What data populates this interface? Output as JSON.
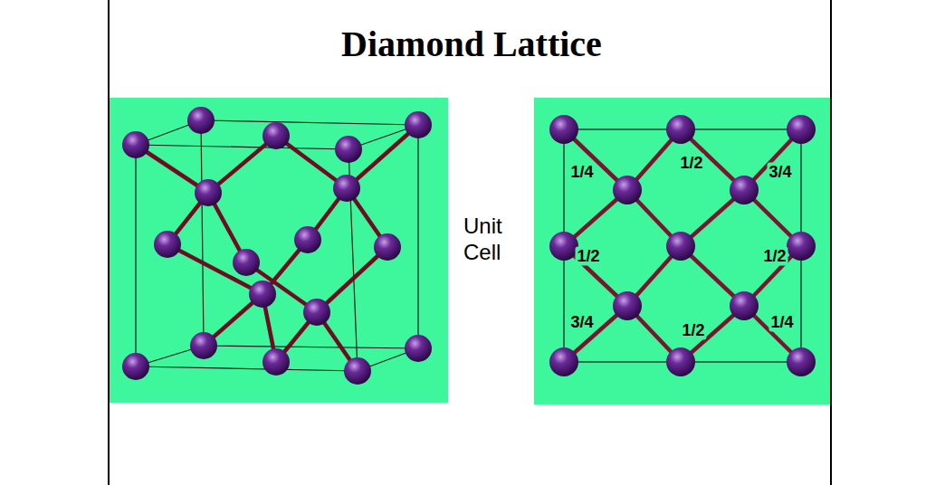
{
  "diagram": {
    "title": "Diamond Lattice",
    "labels": [
      "Unit Cell",
      "1/4",
      "1/2",
      "3/4",
      "1/2",
      "1/2",
      "3/4",
      "1/2",
      "1/4"
    ]
  }
}
